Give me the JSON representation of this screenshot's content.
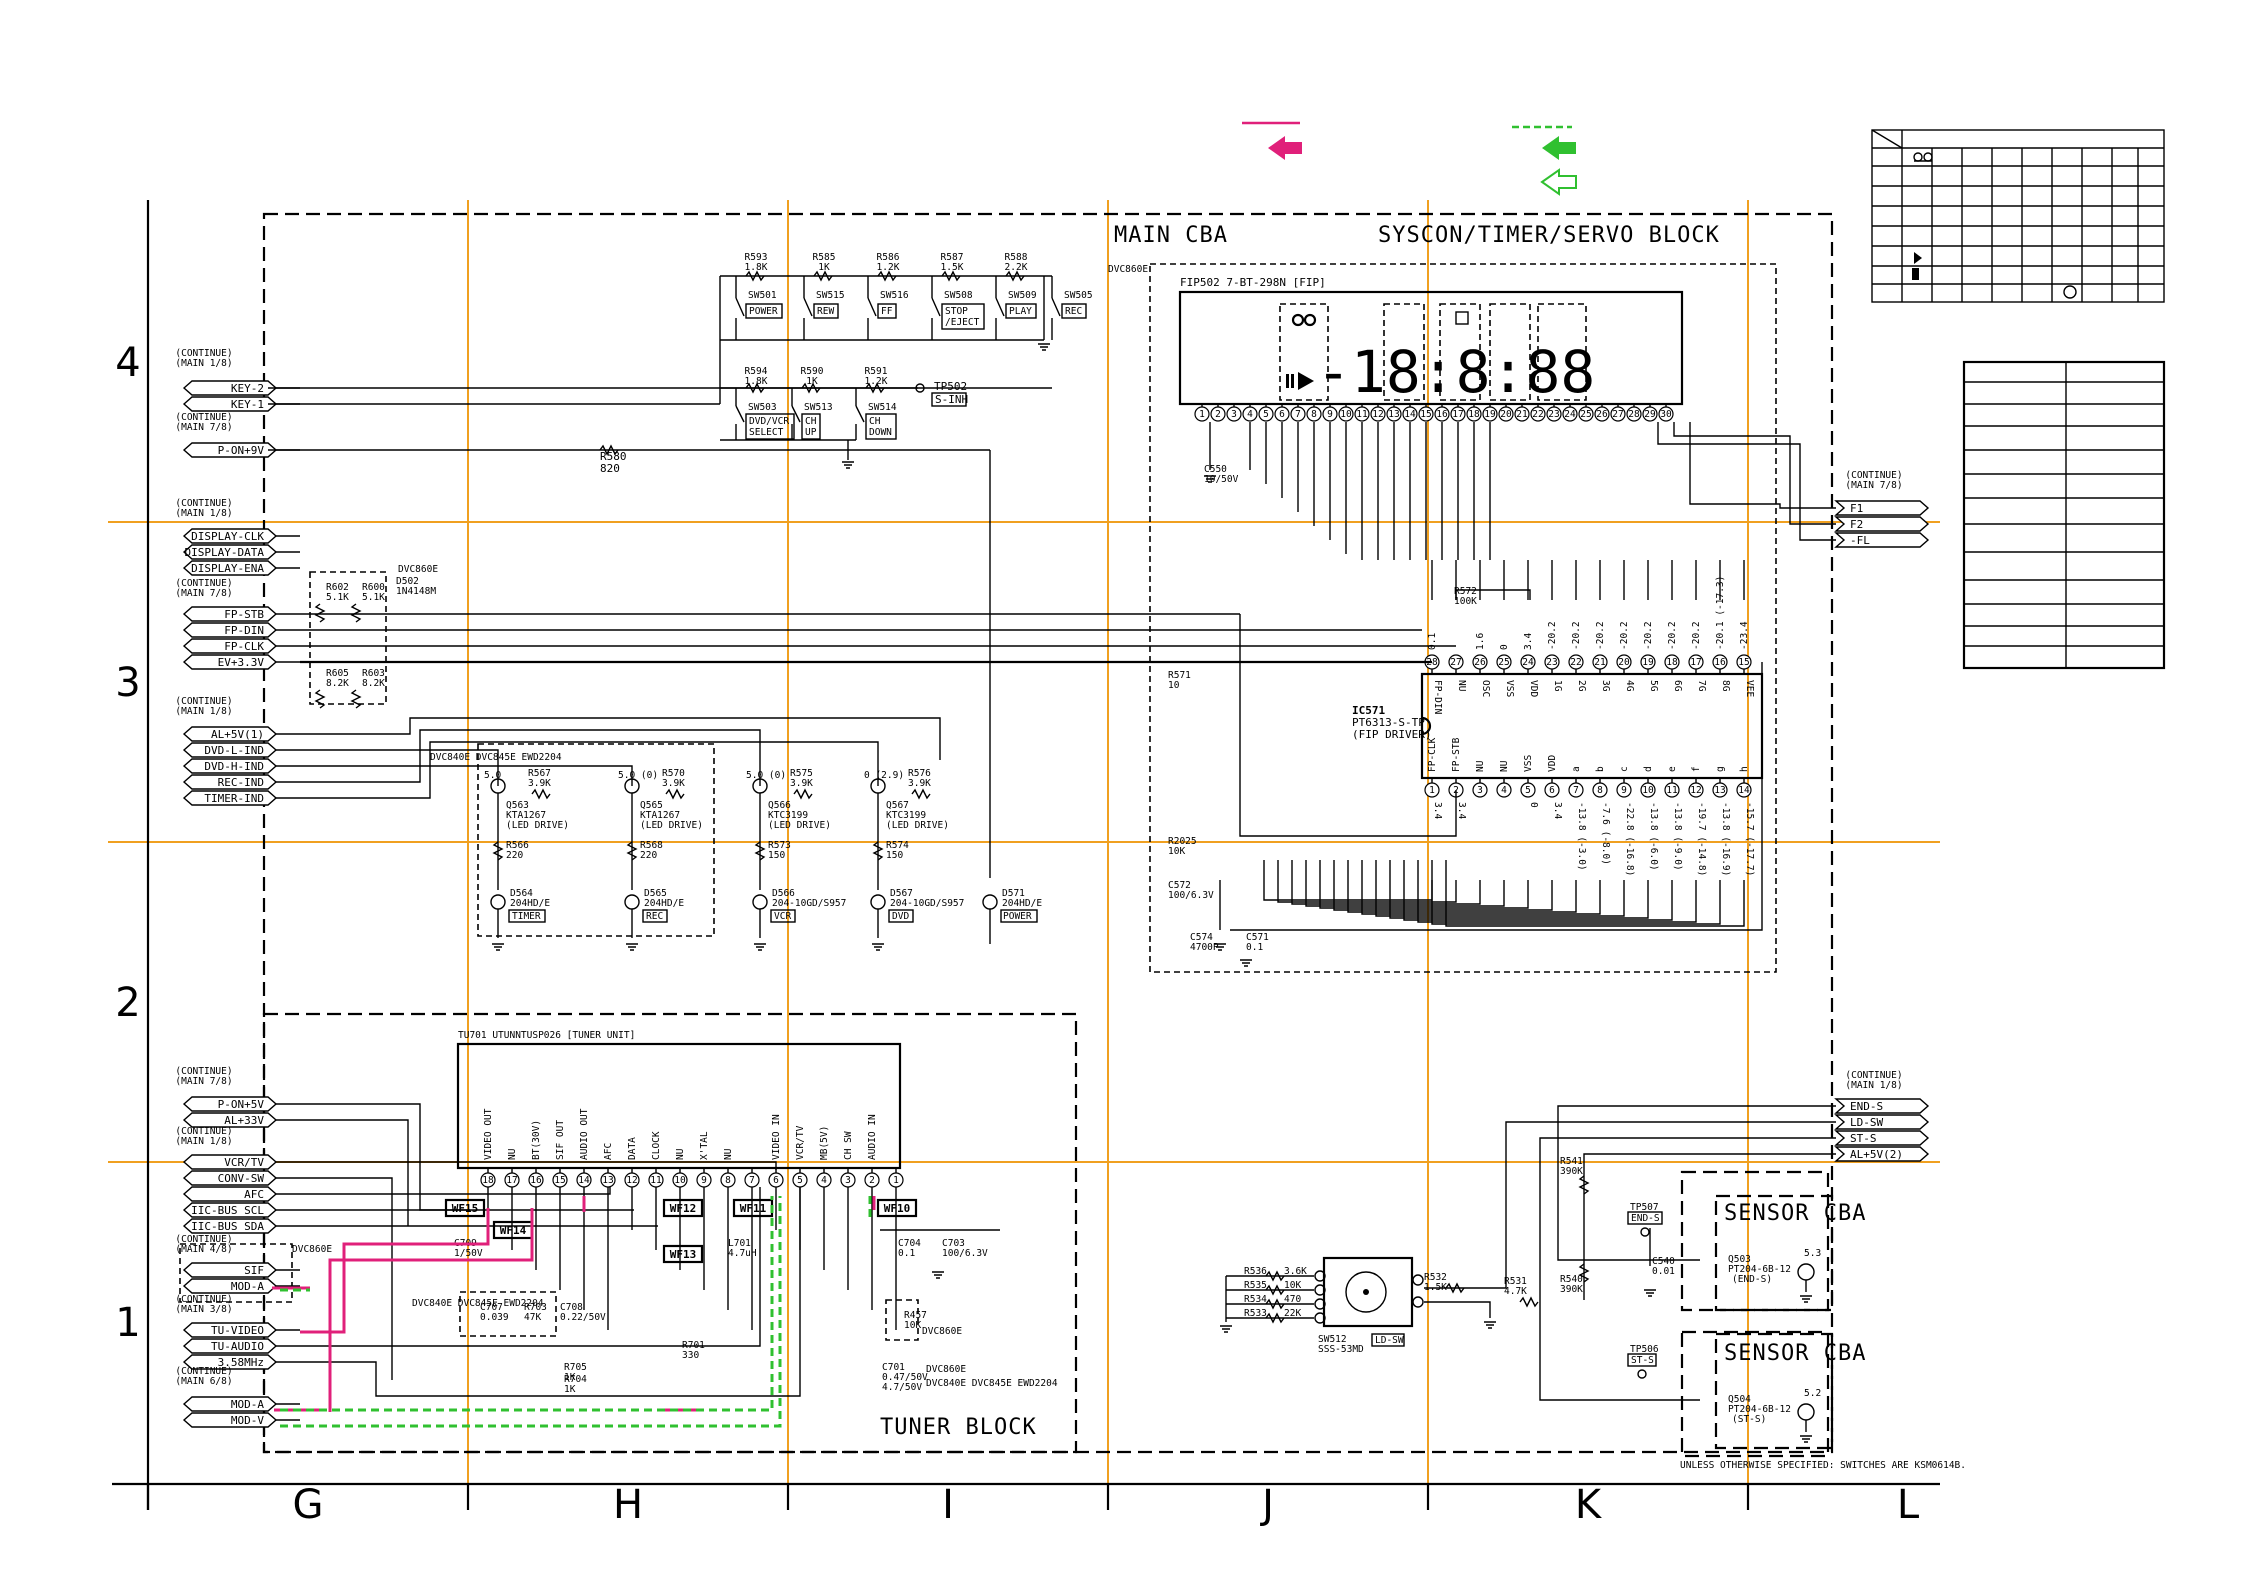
{
  "legend": {
    "magenta_color": "#e0207a",
    "green_color": "#30c030"
  },
  "blocks": {
    "main_cba": "MAIN CBA",
    "syscon": "SYSCON/TIMER/SERVO BLOCK",
    "tuner": "TUNER BLOCK",
    "sensor_cba": "SENSOR CBA",
    "variant_dvc860e": "DVC860E",
    "variant_group": "DVC840E DVC845E EWD2204"
  },
  "zones_x": [
    "G",
    "H",
    "I",
    "J",
    "K",
    "L"
  ],
  "zones_y": [
    "4",
    "3",
    "2",
    "1"
  ],
  "connectors_left": [
    {
      "header": "(CONTINUE) (MAIN 1/8)",
      "pins": [
        "KEY-2",
        "KEY-1"
      ]
    },
    {
      "header": "(CONTINUE) (MAIN 7/8)",
      "pins": [
        "P-ON+9V"
      ]
    },
    {
      "header": "(CONTINUE) (MAIN 1/8)",
      "pins": [
        "DISPLAY-CLK",
        "DISPLAY-DATA",
        "DISPLAY-ENA"
      ]
    },
    {
      "header": "(CONTINUE) (MAIN 7/8)",
      "pins": [
        "FP-STB",
        "FP-DIN",
        "FP-CLK",
        "EV+3.3V"
      ]
    },
    {
      "header": "(CONTINUE) (MAIN 1/8)",
      "pins": [
        "AL+5V(1)",
        "DVD-L-IND",
        "DVD-H-IND",
        "REC-IND",
        "TIMER-IND"
      ]
    },
    {
      "header": "(CONTINUE) (MAIN 7/8)",
      "pins": [
        "P-ON+5V",
        "AL+33V"
      ]
    },
    {
      "header": "(CONTINUE) (MAIN 1/8)",
      "pins": [
        "VCR/TV",
        "CONV-SW",
        "AFC",
        "IIC-BUS SCL",
        "IIC-BUS SDA"
      ]
    },
    {
      "header": "(CONTINUE) (MAIN 4/8)",
      "pins": [
        "SIF",
        "MOD-A"
      ]
    },
    {
      "header": "(CONTINUE) (MAIN 3/8)",
      "pins": [
        "TU-VIDEO",
        "TU-AUDIO",
        "3.58MHz"
      ]
    },
    {
      "header": "(CONTINUE) (MAIN 6/8)",
      "pins": [
        "MOD-A",
        "MOD-V"
      ]
    }
  ],
  "connectors_right": [
    {
      "header": "(CONTINUE) (MAIN 7/8)",
      "pins": [
        "F1",
        "F2",
        "-FL"
      ]
    },
    {
      "header": "(CONTINUE) (MAIN 1/8)",
      "pins": [
        "END-S",
        "LD-SW",
        "ST-S",
        "AL+5V(2)"
      ]
    }
  ],
  "switches_row1": [
    {
      "res": "R593",
      "val": "1.8K",
      "sw": "SW501",
      "name": "POWER"
    },
    {
      "res": "R585",
      "val": "1K",
      "sw": "SW515",
      "name": "REW"
    },
    {
      "res": "R586",
      "val": "1.2K",
      "sw": "SW516",
      "name": "FF"
    },
    {
      "res": "R587",
      "val": "1.5K",
      "sw": "SW508",
      "name": "STOP /EJECT"
    },
    {
      "res": "R588",
      "val": "2.2K",
      "sw": "SW509",
      "name": "PLAY"
    },
    {
      "res": "",
      "val": "",
      "sw": "SW505",
      "name": "REC"
    }
  ],
  "switches_row2": [
    {
      "res": "R594",
      "val": "1.8K",
      "sw": "SW503",
      "name": "DVD/VCR SELECT"
    },
    {
      "res": "R590",
      "val": "1K",
      "sw": "SW513",
      "name": "CH UP"
    },
    {
      "res": "R591",
      "val": "1.2K",
      "sw": "SW514",
      "name": "CH DOWN"
    }
  ],
  "tp502": {
    "ref": "TP502",
    "name": "S-INH"
  },
  "r580": {
    "ref": "R580",
    "val": "820"
  },
  "fip": {
    "ref": "FIP502 7-BT-298N [FIP]",
    "digits": "-18:8:88",
    "pins": [
      "1",
      "2",
      "3",
      "4",
      "5",
      "6",
      "7",
      "8",
      "9",
      "10",
      "11",
      "12",
      "13",
      "14",
      "15",
      "16",
      "17",
      "18",
      "19",
      "20",
      "21",
      "22",
      "23",
      "24",
      "25",
      "26",
      "27",
      "28",
      "29",
      "30"
    ]
  },
  "c550": {
    "ref": "C550",
    "val": "10/50V"
  },
  "r572": {
    "ref": "R572",
    "val": "100K"
  },
  "r571": {
    "ref": "R571",
    "val": "10"
  },
  "r2025": {
    "ref": "R2025",
    "val": "10K"
  },
  "c572": {
    "ref": "C572",
    "val": "100/6.3V"
  },
  "c574": {
    "ref": "C574",
    "val": "4700P"
  },
  "c571": {
    "ref": "C571",
    "val": "0.1"
  },
  "ic571": {
    "ref": "IC571",
    "part": "PT6313-S-TP",
    "desc": "(FIP DRIVER)",
    "top_pins": [
      "28",
      "27",
      "26",
      "25",
      "24",
      "23",
      "22",
      "21",
      "20",
      "19",
      "18",
      "17",
      "16",
      "15"
    ],
    "top_names": [
      "FP-DIN",
      "NU",
      "OSC",
      "VSS",
      "VDD",
      "1G",
      "2G",
      "3G",
      "4G",
      "5G",
      "6G",
      "7G",
      "8G",
      "VEE"
    ],
    "top_volts": [
      "0.1",
      "",
      "1.6",
      "0",
      "3.4",
      "-20.2",
      "-20.2",
      "-20.2",
      "-20.2",
      "-20.2",
      "-20.2",
      "-20.2",
      "-20.1 (-17.3)",
      "-23.4"
    ],
    "bot_pins": [
      "1",
      "2",
      "3",
      "4",
      "5",
      "6",
      "7",
      "8",
      "9",
      "10",
      "11",
      "12",
      "13",
      "14"
    ],
    "bot_names": [
      "FP-CLK",
      "FP-STB",
      "NU",
      "NU",
      "VSS",
      "VDD",
      "a",
      "b",
      "c",
      "d",
      "e",
      "f",
      "g",
      "h"
    ],
    "bot_volts": [
      "3.4",
      "3.4",
      "",
      "",
      "0",
      "3.4",
      "-13.8 (-3.0)",
      "-7.6 (-8.0)",
      "-22.8 (-16.8)",
      "-13.8 (-6.0)",
      "-13.8 (-9.0)",
      "-19.7 (-14.8)",
      "-13.8 (-16.9)",
      "-15.7 (-17.7)"
    ]
  },
  "leds": [
    {
      "tr": "Q563",
      "part": "KTA1267",
      "desc": "(LED DRIVE)",
      "r": "R567",
      "rv": "3.9K",
      "volt": "5.0",
      "rd": "R566",
      "rdv": "220",
      "led": "D564",
      "ledp": "204HD/E",
      "name": "TIMER"
    },
    {
      "tr": "Q565",
      "part": "KTA1267",
      "desc": "(LED DRIVE)",
      "r": "R570",
      "rv": "3.9K",
      "volt": "5.0 (0)",
      "rd": "R568",
      "rdv": "220",
      "led": "D565",
      "ledp": "204HD/E",
      "name": "REC"
    },
    {
      "tr": "Q566",
      "part": "KTC3199",
      "desc": "(LED DRIVE)",
      "r": "R575",
      "rv": "3.9K",
      "volt": "5.0 (0)",
      "rd": "R573",
      "rdv": "150",
      "led": "D566",
      "ledp": "204-10GD/S957",
      "name": "VCR"
    },
    {
      "tr": "Q567",
      "part": "KTC3199",
      "desc": "(LED DRIVE)",
      "r": "R576",
      "rv": "3.9K",
      "volt": "0 (2.9)",
      "rd": "R574",
      "rdv": "150",
      "led": "D567",
      "ledp": "204-10GD/S957",
      "name": "DVD"
    }
  ],
  "d571": {
    "ref": "D571",
    "part": "204HD/E",
    "name": "POWER"
  },
  "d502": {
    "ref": "D502",
    "part": "1N4148M"
  },
  "r_small": [
    {
      "ref": "R602",
      "val": "5.1K"
    },
    {
      "ref": "R600",
      "val": "5.1K"
    },
    {
      "ref": "R605",
      "val": "8.2K"
    },
    {
      "ref": "R603",
      "val": "8.2K"
    }
  ],
  "tuner": {
    "ref": "TU701 UTUNNTUSP026 [TUNER UNIT]",
    "pins": [
      "18",
      "17",
      "16",
      "15",
      "14",
      "13",
      "12",
      "11",
      "10",
      "9",
      "8",
      "7",
      "6",
      "5",
      "4",
      "3",
      "2",
      "1"
    ],
    "names": [
      "VIDEO OUT",
      "NU",
      "BT(30V)",
      "SIF OUT",
      "AUDIO OUT",
      "AFC",
      "DATA",
      "CLOCK",
      "NU",
      "X'TAL",
      "NU",
      "",
      "VIDEO IN",
      "VCR/TV",
      "MB(5V)",
      "CH SW",
      "AUDIO IN",
      ""
    ]
  },
  "waveforms": [
    "WF15",
    "WF14",
    "WF13",
    "WF12",
    "WF11",
    "WF10"
  ],
  "tuner_parts": [
    {
      "ref": "C709",
      "val": "1/50V"
    },
    {
      "ref": "C704",
      "val": "0.1"
    },
    {
      "ref": "C703",
      "val": "100/6.3V"
    },
    {
      "ref": "L701",
      "val": "4.7uH"
    },
    {
      "ref": "C707",
      "val": "0.039"
    },
    {
      "ref": "R703",
      "val": "47K"
    },
    {
      "ref": "C708",
      "val": "0.22/50V"
    },
    {
      "ref": "R705",
      "val": "1K"
    },
    {
      "ref": "R704",
      "val": "1K"
    },
    {
      "ref": "R701",
      "val": "330"
    },
    {
      "ref": "R457",
      "val": "10K"
    },
    {
      "ref": "C701",
      "val": "0.47/50V 4.7/50V"
    }
  ],
  "ldsw": {
    "sw": "SW512",
    "part": "SSS-53MD",
    "name": "LD-SW",
    "res": [
      {
        "ref": "R536",
        "val": "3.6K"
      },
      {
        "ref": "R535",
        "val": "10K"
      },
      {
        "ref": "R534",
        "val": "470"
      },
      {
        "ref": "R533",
        "val": "22K"
      }
    ]
  },
  "sensor_parts": [
    {
      "ref": "R532",
      "val": "1.5K"
    },
    {
      "ref": "R531",
      "val": "4.7K"
    },
    {
      "ref": "R541",
      "val": "390K"
    },
    {
      "ref": "R540",
      "val": "390K"
    },
    {
      "ref": "C540",
      "val": "0.01"
    }
  ],
  "tp507": {
    "ref": "TP507",
    "name": "END-S"
  },
  "tp506": {
    "ref": "TP506",
    "name": "ST-S"
  },
  "q503": {
    "ref": "Q503",
    "part": "PT204-6B-12",
    "name": "(END-S)",
    "volt": "5.3"
  },
  "q504": {
    "ref": "Q504",
    "part": "PT204-6B-12",
    "name": "(ST-S)",
    "volt": "5.2"
  },
  "note": "UNLESS OTHERWISE SPECIFIED: SWITCHES ARE KSM0614B."
}
